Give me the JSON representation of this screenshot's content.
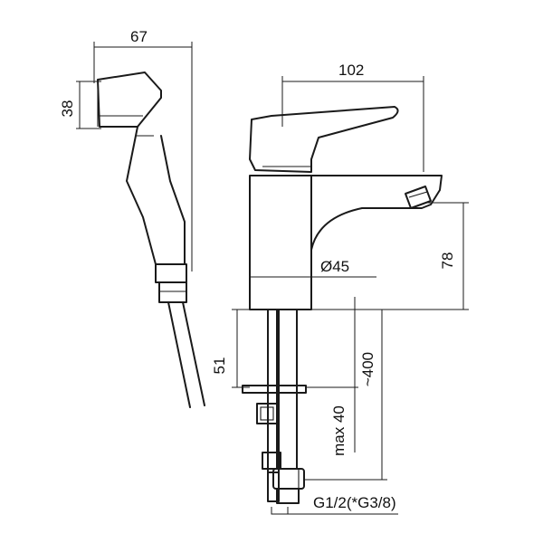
{
  "dimensions": {
    "spray_length": "67",
    "spray_height": "38",
    "tap_reach": "102",
    "spout_height": "78",
    "body_diameter": "Ø45",
    "shank_length": "51",
    "max_deck_thickness": "max 40",
    "hose_length": "~400",
    "connection_thread": "G1/2(*G3/8)"
  }
}
